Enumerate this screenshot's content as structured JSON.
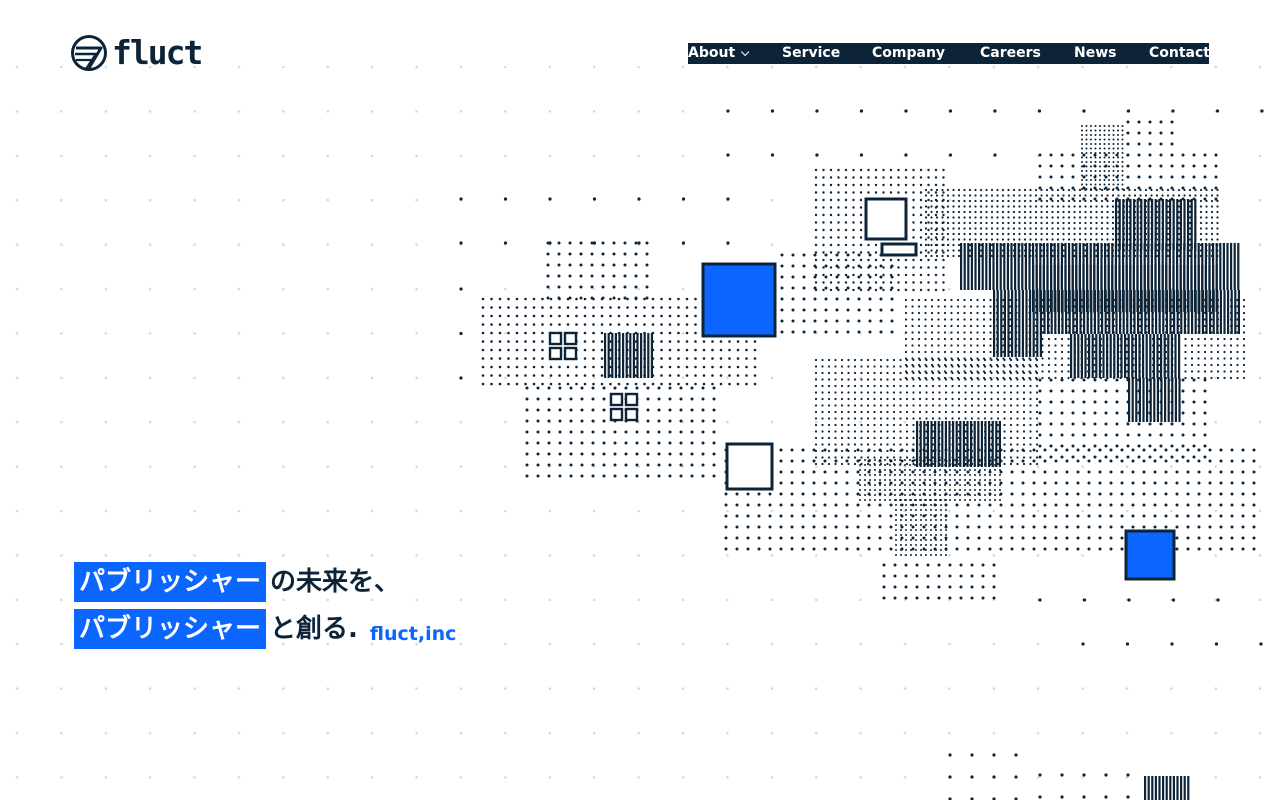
{
  "logo": {
    "text": "fluct",
    "icon": "fluct-logo-icon"
  },
  "nav": {
    "items": [
      {
        "label": "About",
        "has_dropdown": true
      },
      {
        "label": "Service"
      },
      {
        "label": "Company"
      },
      {
        "label": "Careers"
      },
      {
        "label": "News"
      },
      {
        "label": "Contact"
      }
    ]
  },
  "hero": {
    "line1_highlight": "パブリッシャー",
    "line1_rest": "の未来を、",
    "line2_highlight": "パブリッシャー",
    "line2_rest": "と創る.",
    "company_name": "fluct,inc"
  },
  "colors": {
    "navy": "#0d2438",
    "blue": "#0a66ff",
    "background": "#ffffff",
    "faint_dot": "#d4d9de"
  }
}
